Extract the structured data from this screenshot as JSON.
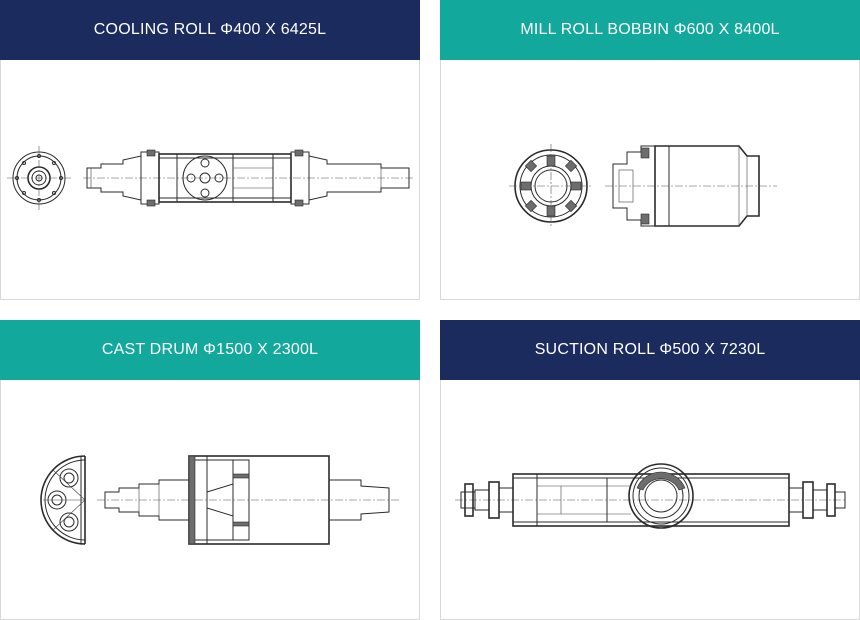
{
  "cards": [
    {
      "title": "COOLING ROLL Φ400 X 6425L",
      "header_color": "#1c2b5e"
    },
    {
      "title": "MILL ROLL BOBBIN Φ600 X 8400L",
      "header_color": "#12a89b"
    },
    {
      "title": "CAST DRUM Φ1500 X 2300L",
      "header_color": "#12a89b"
    },
    {
      "title": "SUCTION ROLL Φ500 X 7230L",
      "header_color": "#1c2b5e"
    }
  ]
}
